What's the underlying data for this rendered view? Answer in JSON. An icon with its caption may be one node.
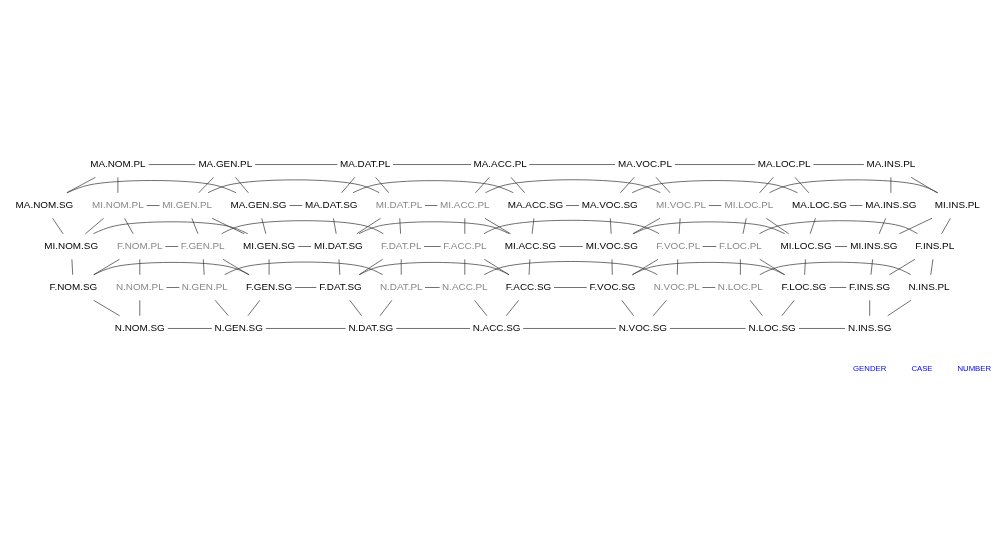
{
  "diagram": {
    "nodes": [
      {
        "text": [
          "MA.NOM.PL"
        ]
      },
      {
        "text": [
          "MA.GEN.PL"
        ]
      },
      {
        "text": [
          "MA.DAT.PL"
        ]
      },
      {
        "text": [
          "MA.ACC.PL"
        ]
      },
      {
        "text": [
          "MA.VOC.PL"
        ]
      },
      {
        "text": [
          "MA.LOC.PL"
        ]
      },
      {
        "text": [
          "MA.INS.PL"
        ]
      },
      {
        "text": [
          "MA.NOM.SG"
        ]
      },
      {
        "text": [
          "MA.GEN.SG"
        ]
      },
      {
        "text": [
          "MA.DAT.SG"
        ]
      },
      {
        "text": [
          "MA.ACC.SG"
        ]
      },
      {
        "text": [
          "MA.VOC.SG"
        ]
      },
      {
        "text": [
          "MA.LOC.SG"
        ]
      },
      {
        "text": [
          "MA.INS.SG"
        ]
      },
      {
        "text": [
          "MI.NOM.PL"
        ]
      },
      {
        "text": [
          "MI.GEN.PL"
        ]
      },
      {
        "text": [
          "MI.DAT.PL"
        ]
      },
      {
        "text": [
          "MI.ACC.PL"
        ]
      },
      {
        "text": [
          "MI.VOC.PL"
        ]
      },
      {
        "text": [
          "MI.LOC.PL"
        ]
      },
      {
        "text": [
          "MI.INS.PL"
        ]
      },
      {
        "text": [
          "MI.NOM.SG"
        ]
      },
      {
        "text": [
          "MI.GEN.SG"
        ]
      },
      {
        "text": [
          "MI.DAT.SG"
        ]
      },
      {
        "text": [
          "MI.ACC.SG"
        ]
      },
      {
        "text": [
          "MI.VOC.SG"
        ]
      },
      {
        "text": [
          "MI.LOC.SG"
        ]
      },
      {
        "text": [
          "MI.INS.SG"
        ]
      },
      {
        "text": [
          "F.NOM.PL"
        ]
      },
      {
        "text": [
          "F.GEN.PL"
        ]
      },
      {
        "text": [
          "F.DAT.PL"
        ]
      },
      {
        "text": [
          "F.ACC.PL"
        ]
      },
      {
        "text": [
          "F.VOC.PL"
        ]
      },
      {
        "text": [
          "F.LOC.PL"
        ]
      },
      {
        "text": [
          "F.INS.PL"
        ]
      },
      {
        "text": [
          "F.NOM.SG"
        ]
      },
      {
        "text": [
          "F.GEN.SG"
        ]
      },
      {
        "text": [
          "F.DAT.SG"
        ]
      },
      {
        "text": [
          "F.ACC.SG"
        ]
      },
      {
        "text": [
          "F.VOC.SG"
        ]
      },
      {
        "text": [
          "F.LOC.SG"
        ]
      },
      {
        "text": [
          "F.INS.SG"
        ]
      },
      {
        "text": [
          "N.NOM.PL"
        ]
      },
      {
        "text": [
          "N.GEN.PL"
        ]
      },
      {
        "text": [
          "N.DAT.PL"
        ]
      },
      {
        "text": [
          "N.ACC.PL"
        ]
      },
      {
        "text": [
          "N.VOC.PL"
        ]
      },
      {
        "text": [
          "N.LOC.PL"
        ]
      },
      {
        "text": [
          "N.INS.PL"
        ]
      },
      {
        "text": [
          "N.NOM.SG"
        ]
      },
      {
        "text": [
          "N.GEN.SG"
        ]
      },
      {
        "text": [
          "N.DAT.SG"
        ]
      },
      {
        "text": [
          "N.ACC.SG"
        ]
      },
      {
        "text": [
          "N.VOC.SG"
        ]
      },
      {
        "text": [
          "N.LOC.SG"
        ]
      },
      {
        "text": [
          "N.INS.SG"
        ]
      }
    ],
    "edges": [
      {
        "from": 0,
        "to": 1,
        "arrow": "none"
      },
      {
        "from": 1,
        "to": 2,
        "arrow": "none"
      },
      {
        "from": 2,
        "to": 3,
        "arrow": "none"
      },
      {
        "from": 3,
        "to": 4,
        "arrow": "none"
      },
      {
        "from": 4,
        "to": 5,
        "arrow": "none"
      },
      {
        "from": 5,
        "to": 6,
        "arrow": "none"
      },
      {
        "from": 7,
        "to": 8,
        "arrow": "none"
      },
      {
        "from": 8,
        "to": 9,
        "arrow": "none"
      },
      {
        "from": 9,
        "to": 10,
        "arrow": "none"
      },
      {
        "from": 10,
        "to": 11,
        "arrow": "none"
      },
      {
        "from": 11,
        "to": 12,
        "arrow": "none"
      },
      {
        "from": 12,
        "to": 13,
        "arrow": "none"
      },
      {
        "from": 14,
        "to": 15,
        "arrow": "none"
      },
      {
        "from": 15,
        "to": 16,
        "arrow": "none"
      },
      {
        "from": 16,
        "to": 17,
        "arrow": "none"
      },
      {
        "from": 17,
        "to": 18,
        "arrow": "none"
      },
      {
        "from": 18,
        "to": 19,
        "arrow": "none"
      },
      {
        "from": 19,
        "to": 20,
        "arrow": "none"
      },
      {
        "from": 21,
        "to": 22,
        "arrow": "none"
      },
      {
        "from": 22,
        "to": 23,
        "arrow": "none"
      },
      {
        "from": 23,
        "to": 24,
        "arrow": "none"
      },
      {
        "from": 24,
        "to": 25,
        "arrow": "none"
      },
      {
        "from": 25,
        "to": 26,
        "arrow": "none"
      },
      {
        "from": 26,
        "to": 27,
        "arrow": "none"
      },
      {
        "from": 28,
        "to": 29,
        "arrow": "none"
      },
      {
        "from": 29,
        "to": 30,
        "arrow": "none"
      },
      {
        "from": 30,
        "to": 31,
        "arrow": "none"
      },
      {
        "from": 31,
        "to": 32,
        "arrow": "none"
      },
      {
        "from": 32,
        "to": 33,
        "arrow": "none"
      },
      {
        "from": 33,
        "to": 34,
        "arrow": "none"
      },
      {
        "from": 35,
        "to": 36,
        "arrow": "none"
      },
      {
        "from": 36,
        "to": 37,
        "arrow": "none"
      },
      {
        "from": 37,
        "to": 38,
        "arrow": "none"
      },
      {
        "from": 38,
        "to": 39,
        "arrow": "none"
      },
      {
        "from": 39,
        "to": 40,
        "arrow": "none"
      },
      {
        "from": 40,
        "to": 41,
        "arrow": "none"
      },
      {
        "from": 42,
        "to": 43,
        "arrow": "none"
      },
      {
        "from": 43,
        "to": 44,
        "arrow": "none"
      },
      {
        "from": 44,
        "to": 45,
        "arrow": "none"
      },
      {
        "from": 45,
        "to": 46,
        "arrow": "none"
      },
      {
        "from": 46,
        "to": 47,
        "arrow": "none"
      },
      {
        "from": 47,
        "to": 48,
        "arrow": "none"
      },
      {
        "from": 49,
        "to": 50,
        "arrow": "none"
      },
      {
        "from": 50,
        "to": 51,
        "arrow": "none"
      },
      {
        "from": 51,
        "to": 52,
        "arrow": "none"
      },
      {
        "from": 52,
        "to": 53,
        "arrow": "none"
      },
      {
        "from": 53,
        "to": 54,
        "arrow": "none"
      },
      {
        "from": 54,
        "to": 55,
        "arrow": "none"
      },
      {
        "from": 0,
        "to": 7,
        "arrow": "none"
      },
      {
        "from": 1,
        "to": 8,
        "arrow": "none"
      },
      {
        "from": 2,
        "to": 9,
        "arrow": "none"
      },
      {
        "from": 3,
        "to": 10,
        "arrow": "none"
      },
      {
        "from": 4,
        "to": 11,
        "arrow": "none"
      },
      {
        "from": 5,
        "to": 12,
        "arrow": "none"
      },
      {
        "from": 6,
        "to": 13,
        "arrow": "none"
      },
      {
        "from": 14,
        "to": 21,
        "arrow": "none"
      },
      {
        "from": 15,
        "to": 22,
        "arrow": "none"
      },
      {
        "from": 16,
        "to": 23,
        "arrow": "none"
      },
      {
        "from": 17,
        "to": 24,
        "arrow": "none"
      },
      {
        "from": 18,
        "to": 25,
        "arrow": "none"
      },
      {
        "from": 19,
        "to": 26,
        "arrow": "none"
      },
      {
        "from": 20,
        "to": 27,
        "arrow": "none"
      },
      {
        "from": 28,
        "to": 35,
        "arrow": "none"
      },
      {
        "from": 29,
        "to": 36,
        "arrow": "none"
      },
      {
        "from": 30,
        "to": 37,
        "arrow": "none"
      },
      {
        "from": 31,
        "to": 38,
        "arrow": "none"
      },
      {
        "from": 32,
        "to": 39,
        "arrow": "none"
      },
      {
        "from": 33,
        "to": 40,
        "arrow": "none"
      },
      {
        "from": 34,
        "to": 41,
        "arrow": "none"
      },
      {
        "from": 42,
        "to": 49,
        "arrow": "none"
      },
      {
        "from": 43,
        "to": 50,
        "arrow": "none"
      },
      {
        "from": 44,
        "to": 51,
        "arrow": "none"
      },
      {
        "from": 45,
        "to": 52,
        "arrow": "none"
      },
      {
        "from": 46,
        "to": 53,
        "arrow": "none"
      },
      {
        "from": 47,
        "to": 54,
        "arrow": "none"
      },
      {
        "from": 48,
        "to": 55,
        "arrow": "none"
      },
      {
        "from": 7,
        "to": 21,
        "arrow": "none"
      },
      {
        "from": 8,
        "to": 22,
        "arrow": "none"
      },
      {
        "from": 9,
        "to": 23,
        "arrow": "none"
      },
      {
        "from": 10,
        "to": 24,
        "arrow": "none"
      },
      {
        "from": 11,
        "to": 25,
        "arrow": "none"
      },
      {
        "from": 12,
        "to": 26,
        "arrow": "none"
      },
      {
        "from": 13,
        "to": 27,
        "arrow": "none"
      },
      {
        "from": 21,
        "to": 35,
        "arrow": "none"
      },
      {
        "from": 22,
        "to": 36,
        "arrow": "none"
      },
      {
        "from": 23,
        "to": 37,
        "arrow": "none"
      },
      {
        "from": 24,
        "to": 38,
        "arrow": "none"
      },
      {
        "from": 25,
        "to": 39,
        "arrow": "none"
      },
      {
        "from": 26,
        "to": 40,
        "arrow": "none"
      },
      {
        "from": 27,
        "to": 41,
        "arrow": "none"
      },
      {
        "from": 35,
        "to": 49,
        "arrow": "none"
      },
      {
        "from": 36,
        "to": 50,
        "arrow": "none"
      },
      {
        "from": 37,
        "to": 51,
        "arrow": "none"
      },
      {
        "from": 38,
        "to": 52,
        "arrow": "none"
      },
      {
        "from": 39,
        "to": 53,
        "arrow": "none"
      },
      {
        "from": 40,
        "to": 54,
        "arrow": "none"
      },
      {
        "from": 41,
        "to": 55,
        "arrow": "none"
      },
      {
        "from": 0,
        "to": 14,
        "arrow": "none"
      },
      {
        "from": 1,
        "to": 15,
        "arrow": "none"
      },
      {
        "from": 2,
        "to": 16,
        "arrow": "none"
      },
      {
        "from": 3,
        "to": 17,
        "arrow": "none"
      },
      {
        "from": 4,
        "to": 18,
        "arrow": "none"
      },
      {
        "from": 5,
        "to": 19,
        "arrow": "none"
      },
      {
        "from": 6,
        "to": 20,
        "arrow": "none"
      },
      {
        "from": 14,
        "to": 28,
        "arrow": "none"
      },
      {
        "from": 15,
        "to": 29,
        "arrow": "none"
      },
      {
        "from": 16,
        "to": 30,
        "arrow": "none"
      },
      {
        "from": 17,
        "to": 31,
        "arrow": "none"
      },
      {
        "from": 18,
        "to": 32,
        "arrow": "none"
      },
      {
        "from": 19,
        "to": 33,
        "arrow": "none"
      },
      {
        "from": 20,
        "to": 34,
        "arrow": "none"
      },
      {
        "from": 28,
        "to": 42,
        "arrow": "none"
      },
      {
        "from": 29,
        "to": 43,
        "arrow": "none"
      },
      {
        "from": 30,
        "to": 44,
        "arrow": "none"
      },
      {
        "from": 31,
        "to": 45,
        "arrow": "none"
      },
      {
        "from": 32,
        "to": 46,
        "arrow": "none"
      },
      {
        "from": 33,
        "to": 47,
        "arrow": "none"
      },
      {
        "from": 34,
        "to": 48,
        "arrow": "none"
      }
    ],
    "labels": [
      "GENDER",
      "CASE",
      "NUMBER"
    ]
  }
}
